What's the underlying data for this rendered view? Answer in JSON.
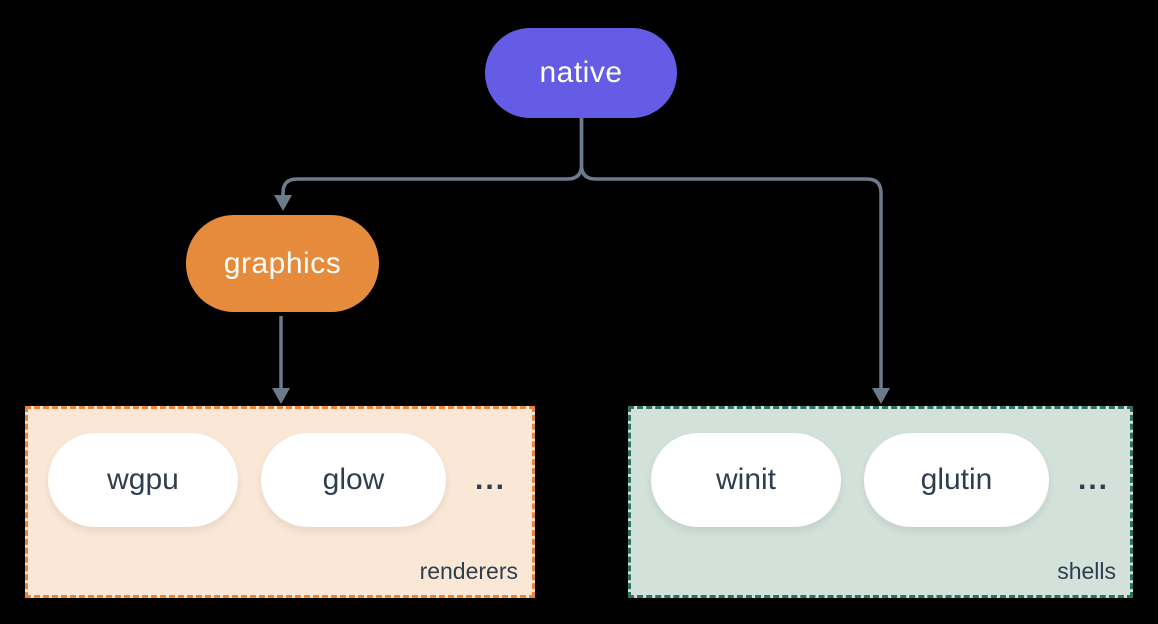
{
  "diagram": {
    "root_node": {
      "label": "native",
      "fill": "#655ce6",
      "text_color": "#ffffff"
    },
    "mid_node": {
      "label": "graphics",
      "fill": "#e58b3b",
      "text_color": "#ffffff"
    },
    "groups": [
      {
        "id": "renderers",
        "label": "renderers",
        "pills": [
          "wgpu",
          "glow"
        ],
        "more": "...",
        "fill": "#fae7d6",
        "border_color": "#e8843c"
      },
      {
        "id": "shells",
        "label": "shells",
        "pills": [
          "winit",
          "glutin"
        ],
        "more": "...",
        "fill": "#d2e1d9",
        "border_color": "#2f7265"
      }
    ],
    "edges": [
      {
        "from": "native",
        "to": "graphics"
      },
      {
        "from": "native",
        "to": "shells"
      },
      {
        "from": "graphics",
        "to": "renderers"
      }
    ],
    "connector_color": "#6b7b8c",
    "pill_text_color": "#2f3e4e",
    "background": "#000000"
  }
}
